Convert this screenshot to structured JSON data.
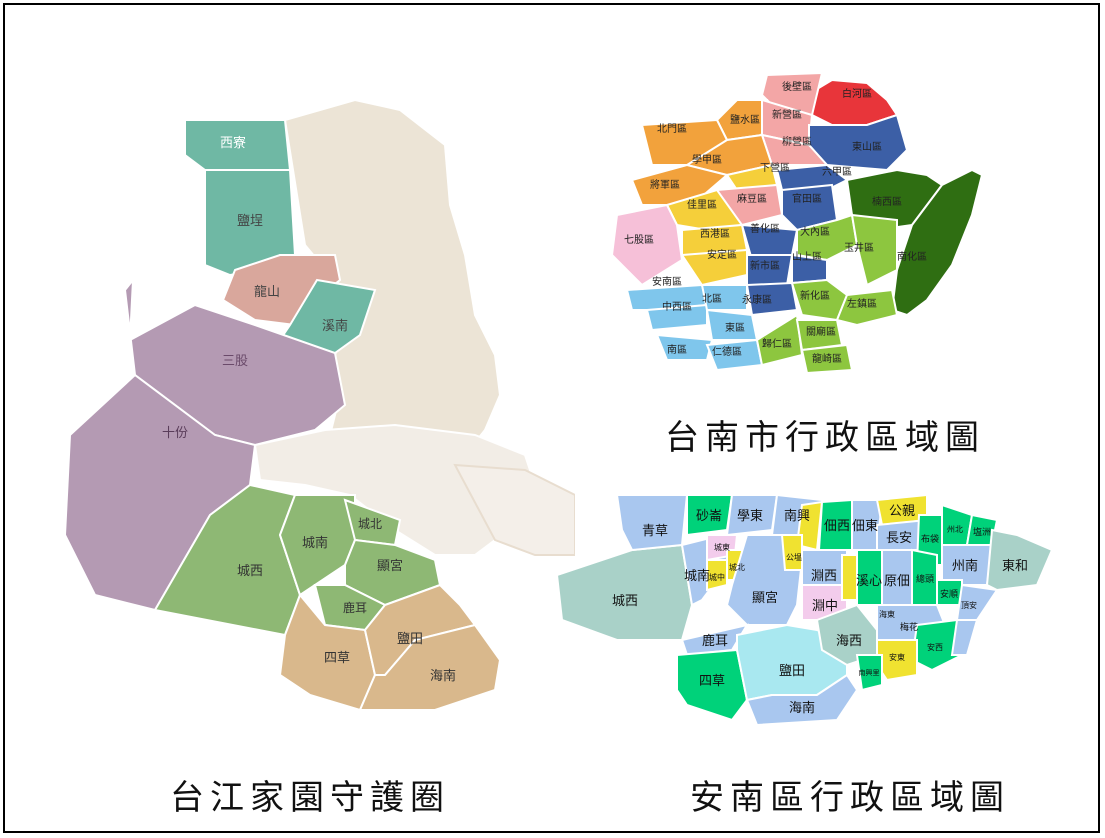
{
  "captions": {
    "tainan": "台南市行政區域圖",
    "taijiang": "台江家園守護圈",
    "annan": "安南區行政區域圖"
  },
  "taijiang_map": {
    "regions": {
      "xiliao": "西寮",
      "yanliao": "鹽埕",
      "longshan": "龍山",
      "xinan": "溪南",
      "sangu": "三股",
      "shifen": "十份",
      "chengxi": "城西",
      "chengnan": "城南",
      "chengbei": "城北",
      "xiangong": "顯宮",
      "luer": "鹿耳",
      "sicao": "四草",
      "yantian": "鹽田",
      "hainan": "海南"
    },
    "colors": {
      "teal": "#6fb8a4",
      "pink": "#d9a79c",
      "purple": "#b49ab3",
      "green": "#8eb874",
      "tan": "#d9b88c",
      "beige": "#ece4d6"
    }
  },
  "tainan_map": {
    "regions": [
      "後壁區",
      "白河區",
      "鹽水區",
      "新營區",
      "北門區",
      "柳營區",
      "東山區",
      "學甲區",
      "下營區",
      "六甲區",
      "將軍區",
      "麻豆區",
      "官田區",
      "楠西區",
      "佳里區",
      "西港區",
      "善化區",
      "大內區",
      "七股區",
      "安定區",
      "新市區",
      "山上區",
      "玉井區",
      "南化區",
      "安南區",
      "中西區",
      "北區",
      "永康區",
      "新化區",
      "左鎮區",
      "東區",
      "南區",
      "仁德區",
      "歸仁區",
      "關廟區",
      "龍崎區"
    ],
    "colors": {
      "red": "#e8353a",
      "pink": "#f3a6a6",
      "orange": "#f2a23c",
      "yellow": "#f5cf3a",
      "blue": "#3c5fa6",
      "lightblue": "#7fc6ec",
      "darkgreen": "#2f6e12",
      "green": "#8dc63f",
      "lightpink": "#f6c0d8"
    }
  },
  "annan_map": {
    "regions": [
      "青草",
      "砂崙",
      "學東",
      "南興",
      "佃西",
      "佃東",
      "公親",
      "長安",
      "布袋",
      "州北",
      "塩洲",
      "州南",
      "東和",
      "城西",
      "城南",
      "城東",
      "城北",
      "城中",
      "顯宮",
      "公塭",
      "淵西",
      "淵中",
      "溪心",
      "原佃",
      "總頭",
      "安順",
      "頂安",
      "鹿耳",
      "海西",
      "海東",
      "梅花",
      "四草",
      "鹽田",
      "海南",
      "安西",
      "安東",
      "南興里"
    ]
  }
}
